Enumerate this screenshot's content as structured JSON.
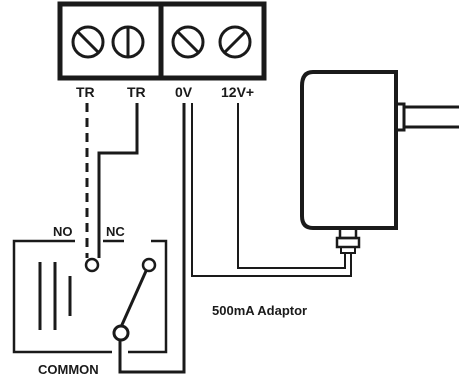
{
  "terminals": {
    "labels": [
      "TR",
      "TR",
      "0V",
      "12V+"
    ]
  },
  "relay": {
    "no_label": "NO",
    "nc_label": "NC",
    "common_label": "COMMON"
  },
  "adaptor": {
    "label": "500mA Adaptor"
  },
  "colors": {
    "line": "#1a1a1a",
    "background": "#ffffff"
  }
}
